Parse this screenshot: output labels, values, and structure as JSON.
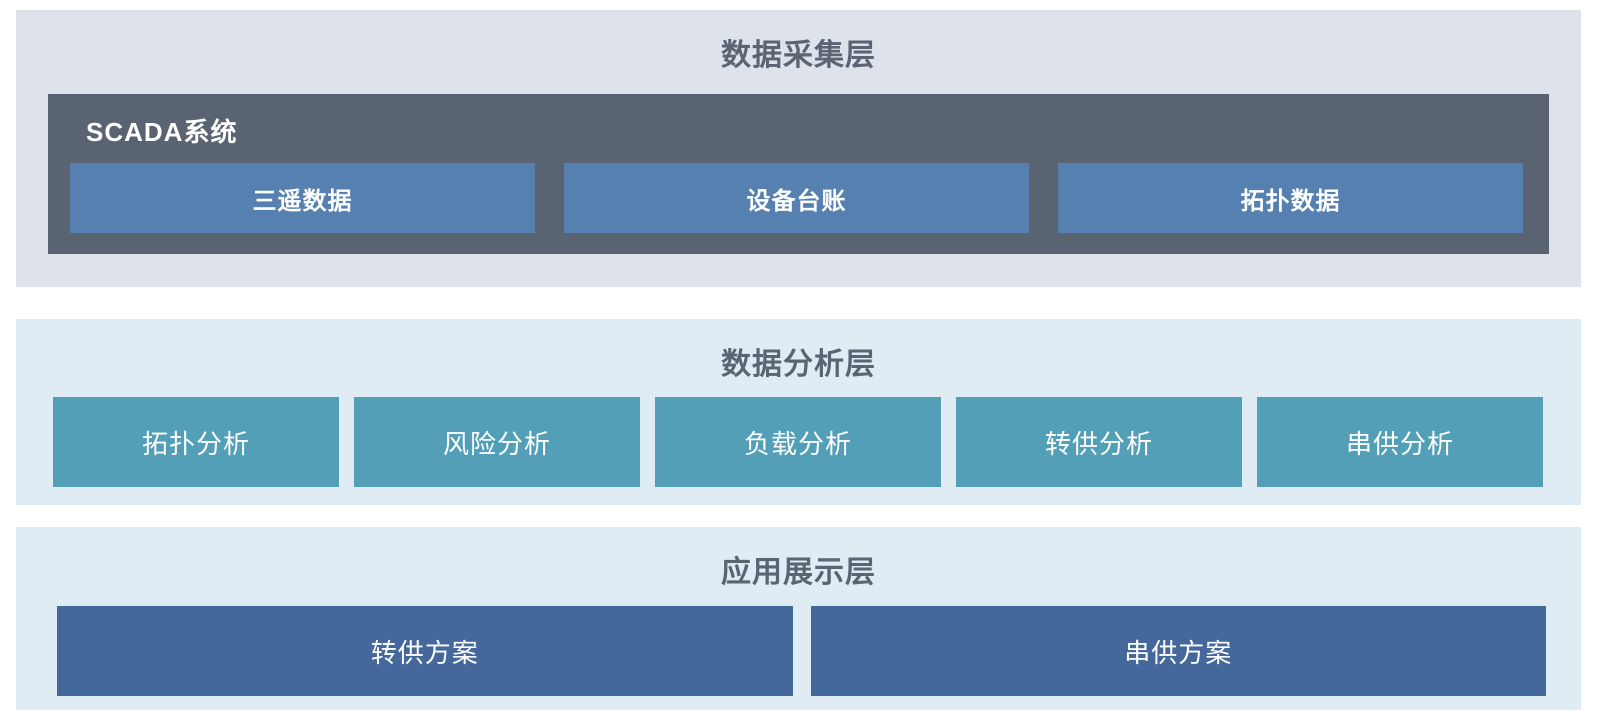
{
  "layers": {
    "collection": {
      "title": "数据采集层",
      "scada": {
        "title": "SCADA系统",
        "items": [
          {
            "label": "三遥数据"
          },
          {
            "label": "设备台账"
          },
          {
            "label": "拓扑数据"
          }
        ]
      }
    },
    "analysis": {
      "title": "数据分析层",
      "items": [
        {
          "label": "拓扑分析"
        },
        {
          "label": "风险分析"
        },
        {
          "label": "负载分析"
        },
        {
          "label": "转供分析"
        },
        {
          "label": "串供分析"
        }
      ]
    },
    "application": {
      "title": "应用展示层",
      "items": [
        {
          "label": "转供方案"
        },
        {
          "label": "串供方案"
        }
      ]
    }
  },
  "colors": {
    "page_background": "#ffffff",
    "collection_panel_background": "#dee2eb",
    "analysis_panel_background": "#dfecf3",
    "application_panel_background": "#dfecf3",
    "scada_container_background": "#5a6372",
    "scada_item_background": "#5580b0",
    "analysis_item_background": "#539fb8",
    "application_item_background": "#44689b",
    "title_text": "#5a6472",
    "item_text": "#ffffff"
  }
}
